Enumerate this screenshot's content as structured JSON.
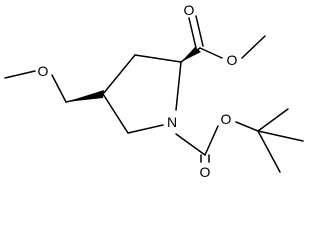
{
  "atoms": {
    "ether_o": "O",
    "ring_n": "N",
    "ester_carbonyl_o": "O",
    "ester_o": "O",
    "boc_carbonyl_o": "O",
    "boc_o": "O"
  },
  "colors": {
    "bond": "#000000",
    "label": "#000000",
    "background": "#ffffff"
  }
}
